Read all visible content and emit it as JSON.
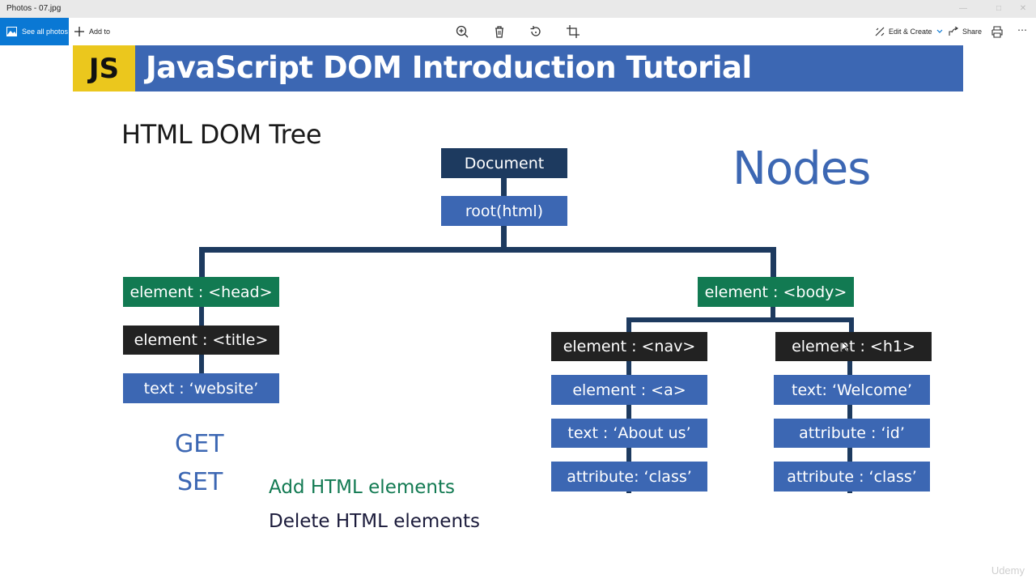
{
  "window": {
    "title": "Photos - 07.jpg"
  },
  "toolbar": {
    "see_all_label": "See all photos",
    "add_to_label": "Add to",
    "edit_create_label": "Edit & Create",
    "share_label": "Share"
  },
  "slide": {
    "badge": "JS",
    "banner_title": "JavaScript DOM Introduction Tutorial",
    "section_title": "HTML DOM Tree",
    "nodes_title": "Nodes",
    "tree": {
      "document": "Document",
      "root": "root(html)",
      "head": "element : <head>",
      "title": "element : <title>",
      "title_text": "text : ‘website’",
      "body": "element : <body>",
      "nav": "element : <nav>",
      "nav_a": "element : <a>",
      "nav_text": "text : ‘About us’",
      "nav_attr": "attribute: ‘class’",
      "h1": "element : <h1>",
      "h1_text": "text: ‘Welcome’",
      "h1_attr_id": "attribute : ‘id’",
      "h1_attr_class": "attribute : ‘class’"
    },
    "get_label": "GET",
    "set_label": "SET",
    "add_label": "Add HTML elements",
    "delete_label": "Delete HTML elements",
    "watermark": "Udemy"
  },
  "colors": {
    "banner_blue": "#3c67b3",
    "badge_yellow": "#ebc71d",
    "navy": "#1d3a5f",
    "green": "#127a52",
    "black": "#222222",
    "accent_windows_blue": "#0a78d4"
  }
}
